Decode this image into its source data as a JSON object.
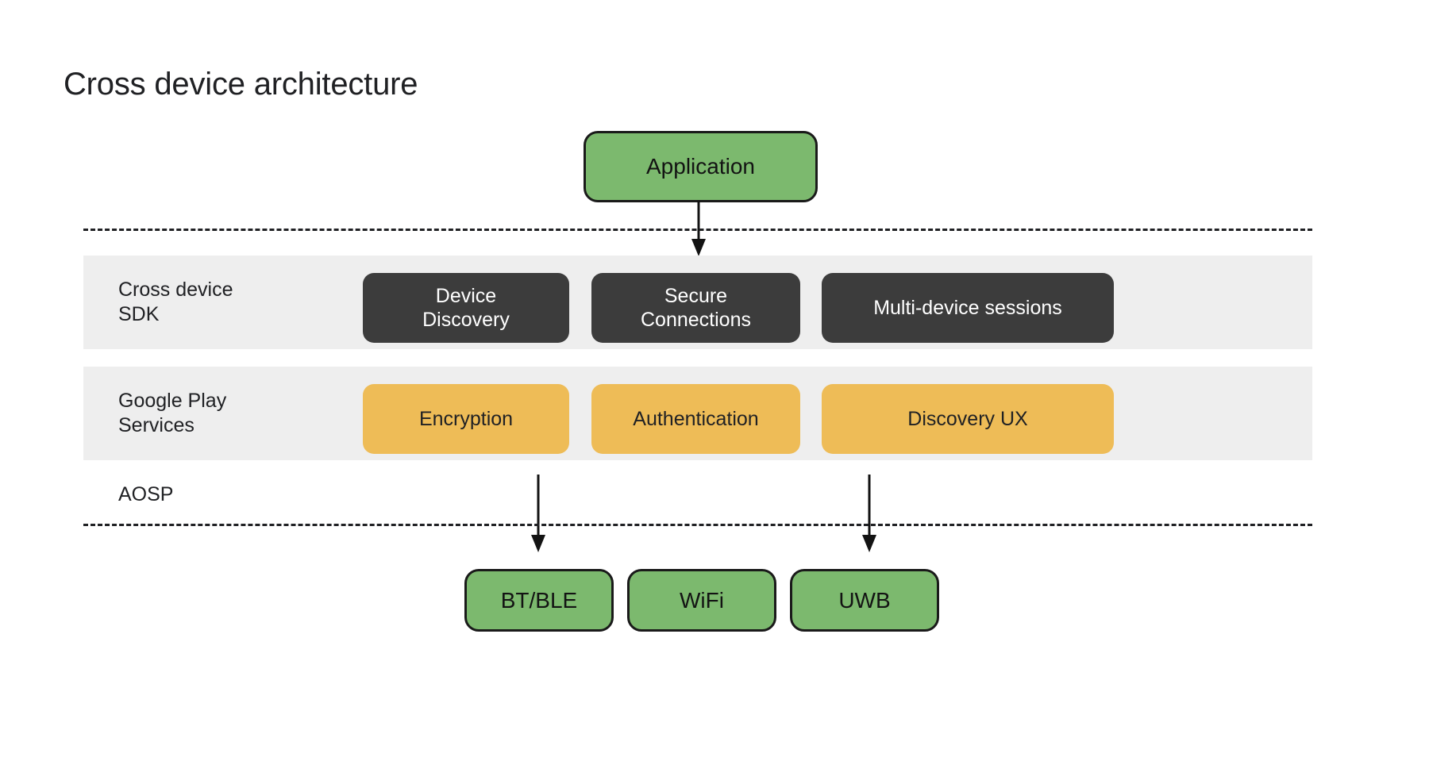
{
  "title": "Cross device architecture",
  "colors": {
    "green": "#7cb96e",
    "dark_chip": "#3c3c3c",
    "amber": "#eebc57",
    "band_gray": "#eeeeee",
    "outline": "#1a1a1a",
    "text": "#202124",
    "background": "#ffffff"
  },
  "top_node": {
    "label": "Application"
  },
  "layers": [
    {
      "id": "cross-device-sdk",
      "label": "Cross device\nSDK",
      "style": "dark",
      "items": [
        {
          "label": "Device\nDiscovery"
        },
        {
          "label": "Secure\nConnections"
        },
        {
          "label": "Multi-device sessions"
        }
      ]
    },
    {
      "id": "google-play-services",
      "label": "Google Play\nServices",
      "style": "amber",
      "items": [
        {
          "label": "Encryption"
        },
        {
          "label": "Authentication"
        },
        {
          "label": "Discovery UX"
        }
      ]
    }
  ],
  "aosp_label": "AOSP",
  "transports": [
    {
      "label": "BT/BLE"
    },
    {
      "label": "WiFi"
    },
    {
      "label": "UWB"
    }
  ],
  "connections": [
    {
      "id": "application-to-sdk",
      "from": "Application",
      "to": "Secure Connections",
      "direction": "down"
    },
    {
      "id": "encryption-to-btble",
      "from": "Encryption",
      "to": "BT/BLE",
      "direction": "down"
    },
    {
      "id": "discovery-ux-to-uwb",
      "from": "Discovery UX",
      "to": "UWB",
      "direction": "down"
    }
  ],
  "separators": [
    {
      "id": "above-sdk",
      "style": "dashed"
    },
    {
      "id": "below-aosp",
      "style": "dashed"
    }
  ]
}
